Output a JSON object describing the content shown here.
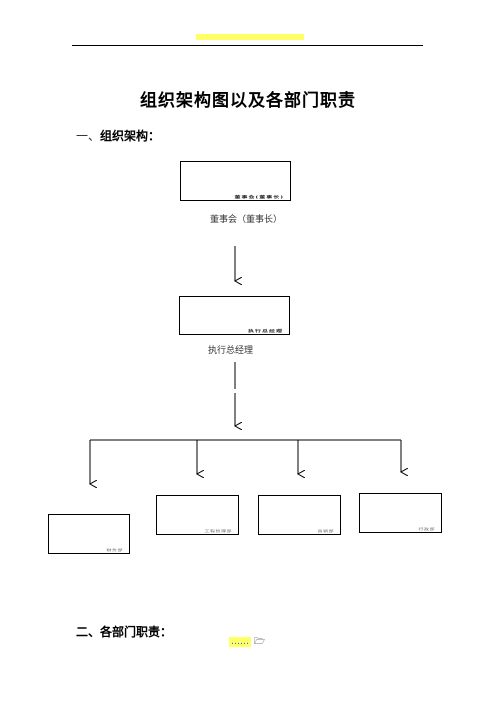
{
  "page": {
    "title": "组织架构图以及各部门职责",
    "section1": {
      "num": "一、",
      "label": "组织架构："
    },
    "section2": {
      "label": "二、各部门职责："
    }
  },
  "org": {
    "board": {
      "box_text": "董事会(董事长)",
      "caption": "董事会（董事长）"
    },
    "ceo": {
      "box_text": "执行总经理",
      "caption": "执行总经理"
    },
    "departments": [
      {
        "box_text": "财务部"
      },
      {
        "box_text": "工程管理部"
      },
      {
        "box_text": "营销部"
      },
      {
        "box_text": "行政部"
      }
    ]
  },
  "footer": {
    "mark_text": "……",
    "icon": "folder-open-icon"
  }
}
